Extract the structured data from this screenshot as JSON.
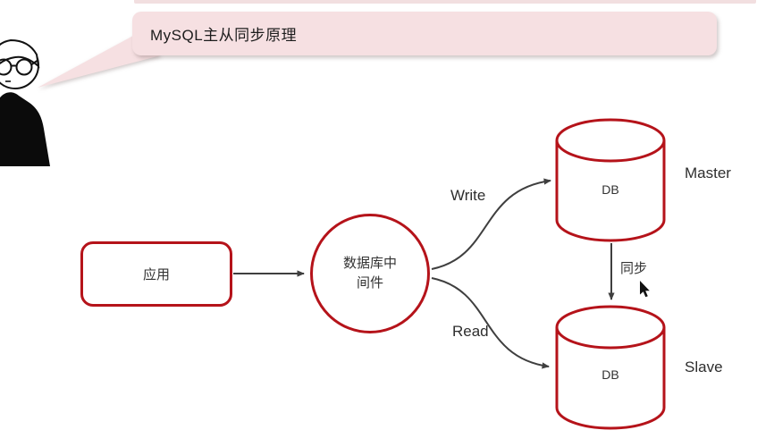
{
  "bubble": {
    "text": "MySQL主从同步原理"
  },
  "diagram": {
    "app_box": {
      "label": "应用"
    },
    "middleware": {
      "line1": "数据库中",
      "line2": "间件"
    },
    "write_label": "Write",
    "read_label": "Read",
    "sync_label": "同步",
    "master": {
      "db_label": "DB",
      "role": "Master"
    },
    "slave": {
      "db_label": "DB",
      "role": "Slave"
    }
  },
  "colors": {
    "shape_border_red": "#b5131a",
    "connector_gray": "#3f3f3f",
    "bubble_pink": "#f6e0e2",
    "text_dark": "#333333"
  }
}
